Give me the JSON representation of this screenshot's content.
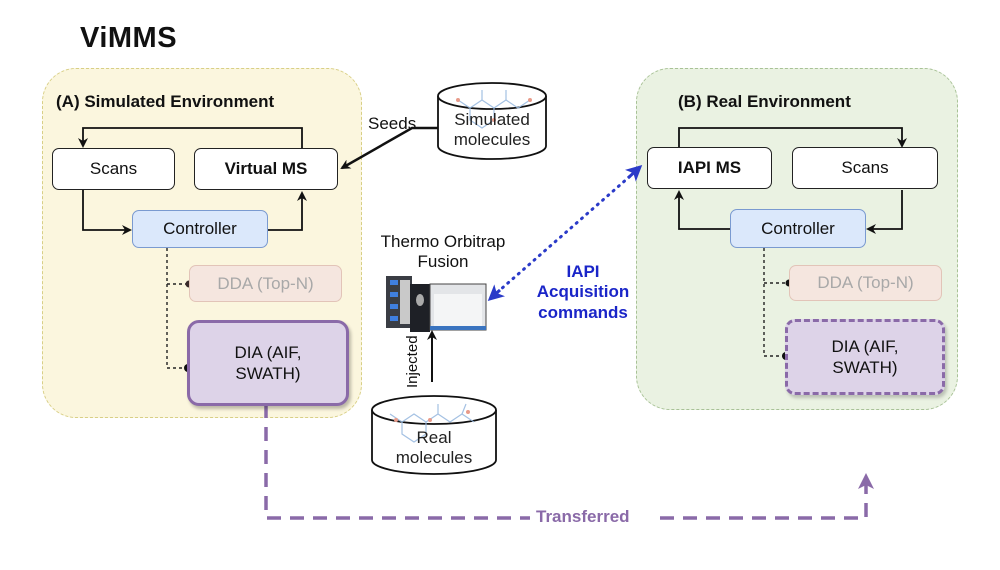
{
  "title": "ViMMS",
  "colors": {
    "sim_env_bg": "#fbf6de",
    "real_env_bg": "#eaf2e2",
    "controller_bg": "#dbe8fb",
    "dda_bg": "#f5e6df",
    "dia_bg": "#ddd3e8",
    "dia_border": "#8a6aa8",
    "iapi_blue": "#1a25c8"
  },
  "simulated_env": {
    "label": "(A) Simulated Environment",
    "scans": "Scans",
    "ms": "Virtual MS",
    "controller": "Controller",
    "dda": "DDA (Top-N)",
    "dia_line1": "DIA (AIF,",
    "dia_line2": "SWATH)"
  },
  "real_env": {
    "label": "(B) Real Environment",
    "ms": "IAPI MS",
    "scans": "Scans",
    "controller": "Controller",
    "dda": "DDA (Top-N)",
    "dia_line1": "DIA (AIF,",
    "dia_line2": "SWATH)"
  },
  "seeds_label": "Seeds",
  "simulated_molecules": {
    "line1": "Simulated",
    "line2": "molecules"
  },
  "real_molecules": {
    "line1": "Real",
    "line2": "molecules"
  },
  "instrument": {
    "line1": "Thermo Orbitrap",
    "line2": "Fusion"
  },
  "injected_label": "Injected",
  "iapi_commands": {
    "line1": "IAPI",
    "line2": "Acquisition",
    "line3": "commands"
  },
  "transferred_label": "Transferred"
}
